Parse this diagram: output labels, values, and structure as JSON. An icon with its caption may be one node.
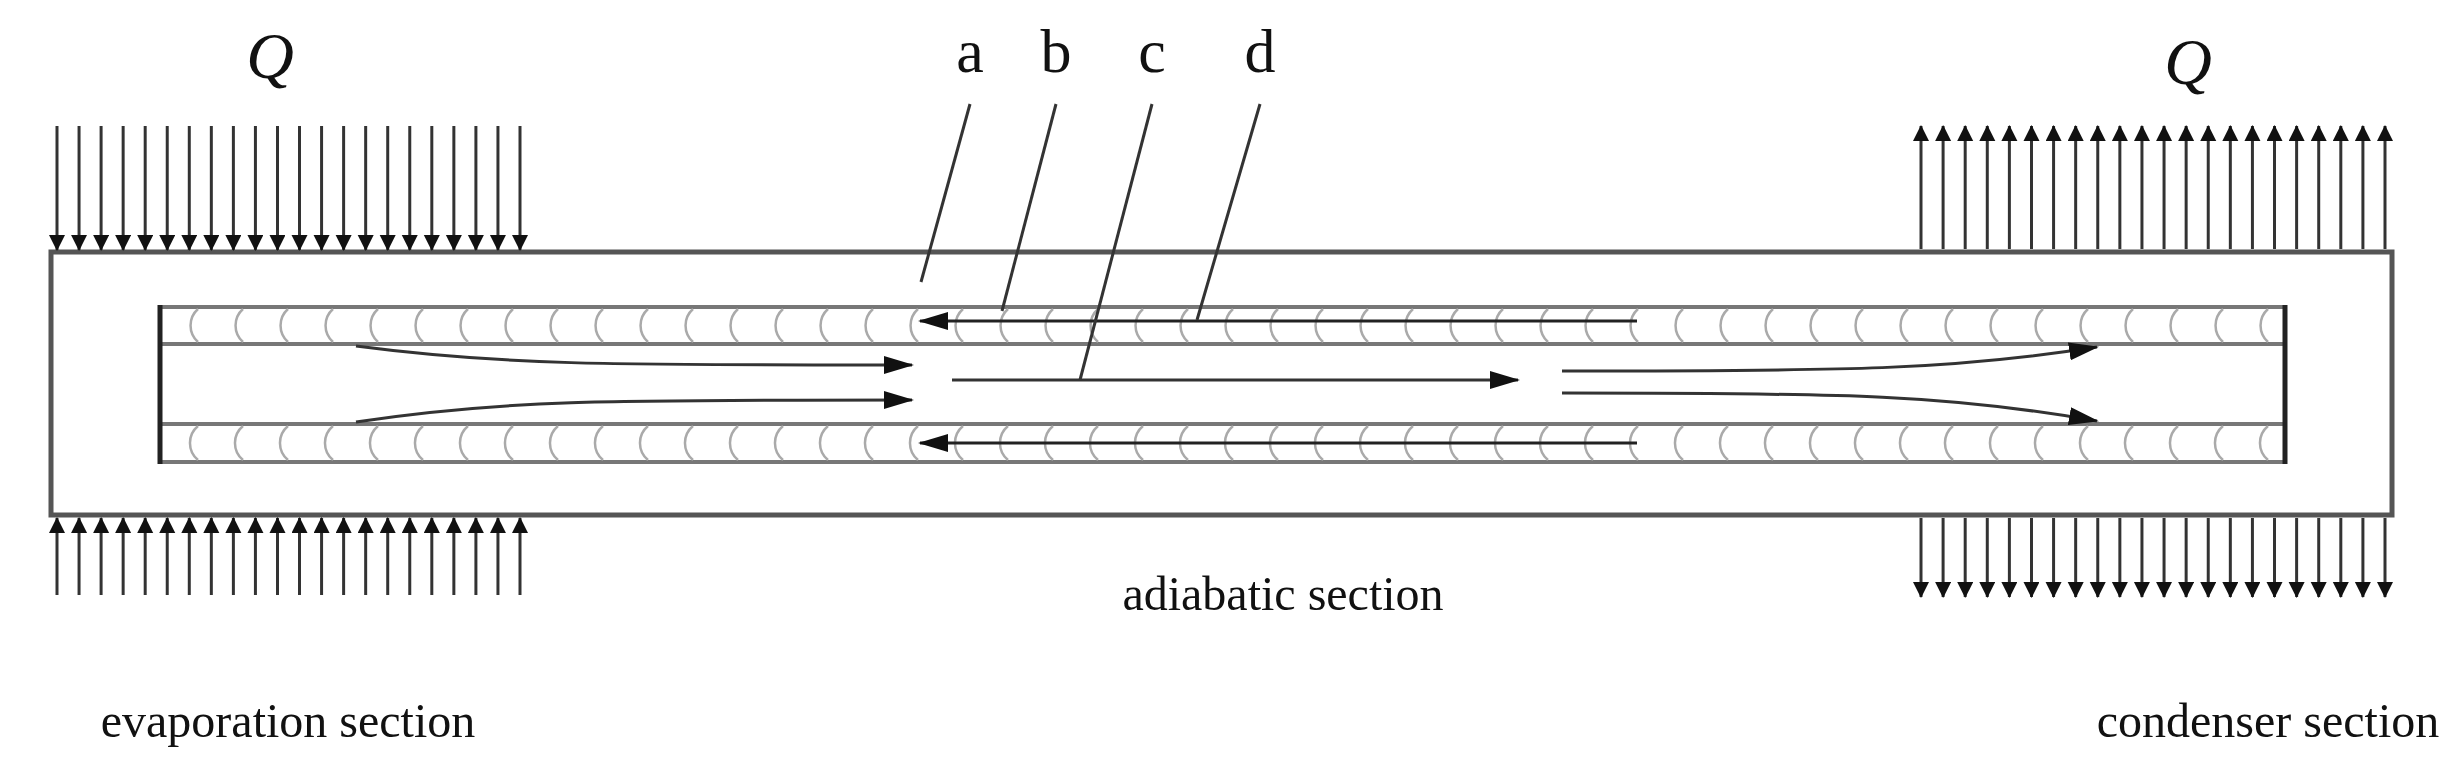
{
  "diagram": {
    "nodes": [
      {
        "text": [
          "a"
        ]
      },
      {
        "text": [
          "b"
        ]
      },
      {
        "text": [
          "c"
        ]
      },
      {
        "text": [
          "d"
        ]
      }
    ],
    "edges": [
      {
        "from": 0,
        "to": null,
        "arrow": "none"
      },
      {
        "from": 1,
        "to": null,
        "arrow": "none"
      },
      {
        "from": 2,
        "to": null,
        "arrow": "none"
      },
      {
        "from": 3,
        "to": null,
        "arrow": "none"
      }
    ],
    "labels": [
      "Q",
      "Q",
      "adiabatic section",
      "evaporation section",
      "condenser section"
    ]
  }
}
